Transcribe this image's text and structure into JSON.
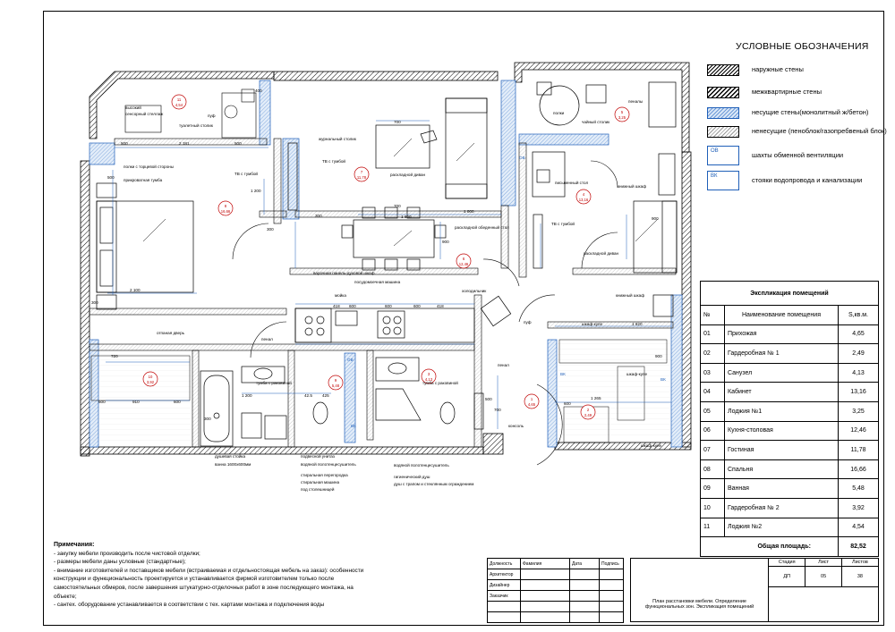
{
  "legend": {
    "title": "УСЛОВНЫЕ ОБОЗНАЧЕНИЯ",
    "items": [
      {
        "label": "наружные стены"
      },
      {
        "label": "межквартирные стены"
      },
      {
        "label": "несущие стены(монолитный ж/бетон)"
      },
      {
        "label": "ненесущие (пеноблок/газопребвеный блок)"
      },
      {
        "label": "шахты обменной вентиляции",
        "code": "ОВ"
      },
      {
        "label": "стояки водопровода и канализации",
        "code": "ВК"
      }
    ]
  },
  "explication": {
    "title": "Экспликация помещений",
    "headers": {
      "num": "№",
      "name": "Наименование помещения",
      "area": "S,кв.м."
    },
    "rooms": [
      {
        "num": "01",
        "name": "Прихожая",
        "area": "4,65"
      },
      {
        "num": "02",
        "name": "Гардеробная № 1",
        "area": "2,49"
      },
      {
        "num": "03",
        "name": "Санузел",
        "area": "4,13"
      },
      {
        "num": "04",
        "name": "Кабинет",
        "area": "13,16"
      },
      {
        "num": "05",
        "name": "Лоджия №1",
        "area": "3,25"
      },
      {
        "num": "06",
        "name": "Кухня-столовая",
        "area": "12,46"
      },
      {
        "num": "07",
        "name": "Гостиная",
        "area": "11,78"
      },
      {
        "num": "08",
        "name": "Спальня",
        "area": "16,66"
      },
      {
        "num": "09",
        "name": "Ванная",
        "area": "5,48"
      },
      {
        "num": "10",
        "name": "Гардеробная № 2",
        "area": "3,92"
      },
      {
        "num": "11",
        "name": "Лоджия №2",
        "area": "4,54"
      }
    ],
    "total_label": "Общая площадь:",
    "total_area": "82,52"
  },
  "notes": {
    "heading": "Примечания:",
    "lines": [
      "- закупку мебели производить после чистовой отделки;",
      "- размеры мебели даны условные (стандартные);",
      "- внимание изготовителей и поставщиков мебели (встраиваемая и отдельностоящая мебель на заказ): особенности",
      "конструкции и функциональность проектируется и устанавливается фирмой изготовителем только после",
      "самостоятельных обмеров, после завершения штукатурно-отделочных работ в зоне последующего монтажа, на объекте;",
      "- сантех. оборудование устанавливается в соответствии с тех. картами монтажа и подключения воды"
    ]
  },
  "stamp": {
    "cols": [
      "Должность",
      "Фамилия",
      "Дата",
      "Подпись"
    ],
    "roles": [
      "Архитектор",
      "Дизайнер",
      "Заказчик"
    ],
    "stage_label": "Стадия",
    "sheet_label": "Лист",
    "sheets_label": "Листов",
    "stage": "ДП",
    "sheet": "05",
    "sheets": "38",
    "description": "План расстановки мебели. Определение функциональных зон. Экспликация помещений"
  },
  "plan": {
    "room_tags": [
      {
        "num": "11",
        "area": "4,54"
      },
      {
        "num": "8",
        "area": "16,66"
      },
      {
        "num": "7",
        "area": "11,78"
      },
      {
        "num": "6",
        "area": "12,46"
      },
      {
        "num": "5",
        "area": "3,25"
      },
      {
        "num": "4",
        "area": "13,16"
      },
      {
        "num": "10",
        "area": "3,92"
      },
      {
        "num": "9",
        "area": "5,48"
      },
      {
        "num": "3",
        "area": "4,13"
      },
      {
        "num": "2",
        "area": "2,49"
      },
      {
        "num": "1",
        "area": "4,65"
      }
    ],
    "labels": [
      "высокий",
      "сенсорный стеллаж",
      "туалетный столик",
      "пуф",
      "полки с торцевой стороны",
      "прикроватная тумба",
      "ТВ с тумбой",
      "журнальный столик",
      "ТВ с тумбой",
      "раскладной диван",
      "раскладной обеденный стол",
      "ТВ с тумбой",
      "раскладной диван",
      "полки",
      "чайный столик",
      "пеналы",
      "письменный стол",
      "книжный шкаф",
      "книжный шкаф",
      "варочная панель-духовой шкаф",
      "посудомоечная машина",
      "мойка",
      "холодильник",
      "пуф",
      "шкаф-купе",
      "пенал",
      "отпаная дверь",
      "тумба с раковиной",
      "душевая стойка",
      "ванна 1600х600мм",
      "подвесной унитаз",
      "водяной полотенцесушитель",
      "стиральная машина",
      "стиральная перегородка",
      "под столешницей",
      "тумба с раковиной",
      "водяной полотенцесушитель",
      "пенал",
      "гигиенический душ",
      "душ с трапом и стеклянным ограждением",
      "консоль",
      "шкаф-купе",
      "шкаф-купе",
      "ОВ",
      "ВК",
      "ОВ",
      "ВК",
      "ВК"
    ],
    "dims": [
      "500",
      "2 181",
      "500",
      "400",
      "500",
      "1 200",
      "2 100",
      "300",
      "300",
      "300",
      "700",
      "700",
      "1 600",
      "1 000",
      "900",
      "900",
      "600",
      "600",
      "600",
      "418",
      "418",
      "720",
      "910",
      "600",
      "600",
      "1 200",
      "425",
      "42.5",
      "300",
      "600",
      "900",
      "1 620",
      "1 265",
      "700",
      "500"
    ]
  }
}
